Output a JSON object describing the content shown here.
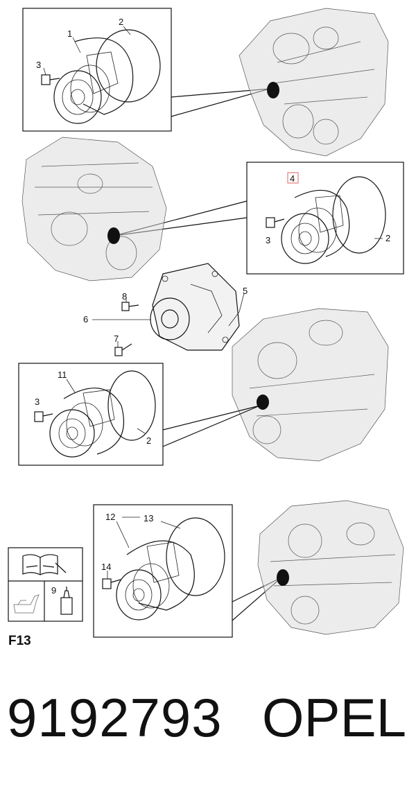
{
  "callouts": {
    "c1": "1",
    "c2a": "2",
    "c3a": "3",
    "c4": "4",
    "c2b": "2",
    "c3b": "3",
    "c5": "5",
    "c6": "6",
    "c7": "7",
    "c8": "8",
    "c11": "11",
    "c3c": "3",
    "c2c": "2",
    "c12": "12",
    "c13": "13",
    "c14": "14",
    "c9": "9"
  },
  "figure_code": "F13",
  "footer": {
    "part_number": "9192793",
    "brand": "OPEL"
  },
  "highlight_color": "#e06060",
  "icons": [
    "manual-book-icon",
    "oil-can-icon",
    "sealant-tube-icon"
  ]
}
